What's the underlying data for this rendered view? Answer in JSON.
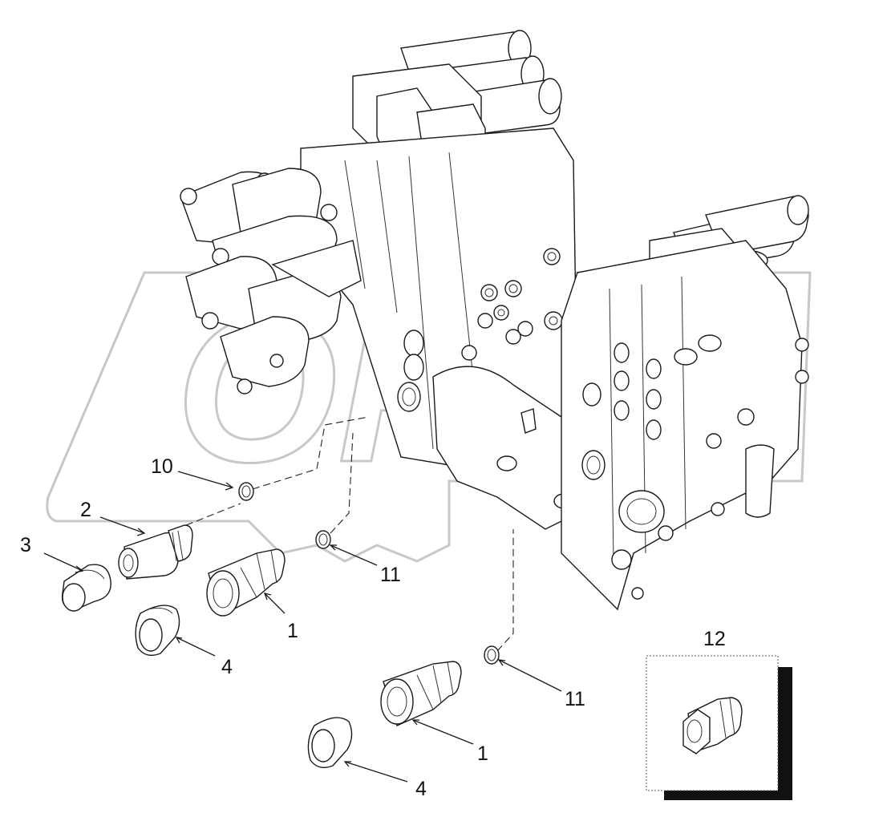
{
  "callouts": {
    "c10": "10",
    "c2": "2",
    "c3": "3",
    "c11a": "11",
    "c1a": "1",
    "c4a": "4",
    "c12": "12",
    "c11b": "11",
    "c1b": "1",
    "c4b": "4"
  },
  "watermark": {
    "text": "OPEX",
    "color": "#c8c8c8"
  },
  "colors": {
    "line": "#1a1a1a",
    "background": "#ffffff",
    "inset_shadow": "#111111"
  }
}
